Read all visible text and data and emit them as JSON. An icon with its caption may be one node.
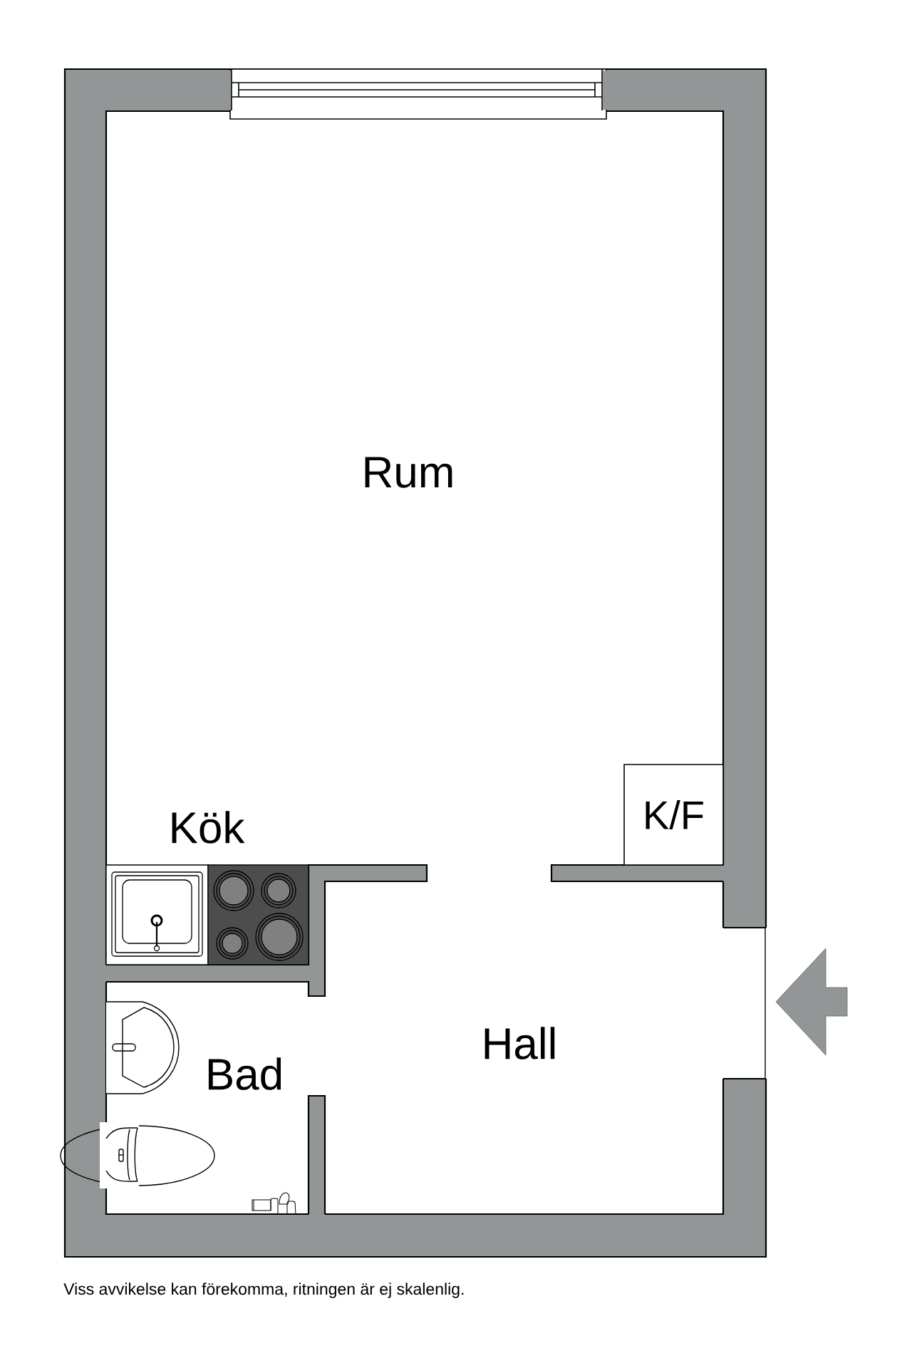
{
  "diagram": {
    "nodes": [
      {
        "text": [
          "Rum"
        ]
      },
      {
        "text": [
          "Kök"
        ]
      },
      {
        "text": [
          "K/F"
        ]
      },
      {
        "text": [
          "Hall"
        ]
      },
      {
        "text": [
          "Bad"
        ]
      }
    ],
    "caption": "Viss avvikelse kan förekomma, ritningen är ej skalenlig."
  }
}
